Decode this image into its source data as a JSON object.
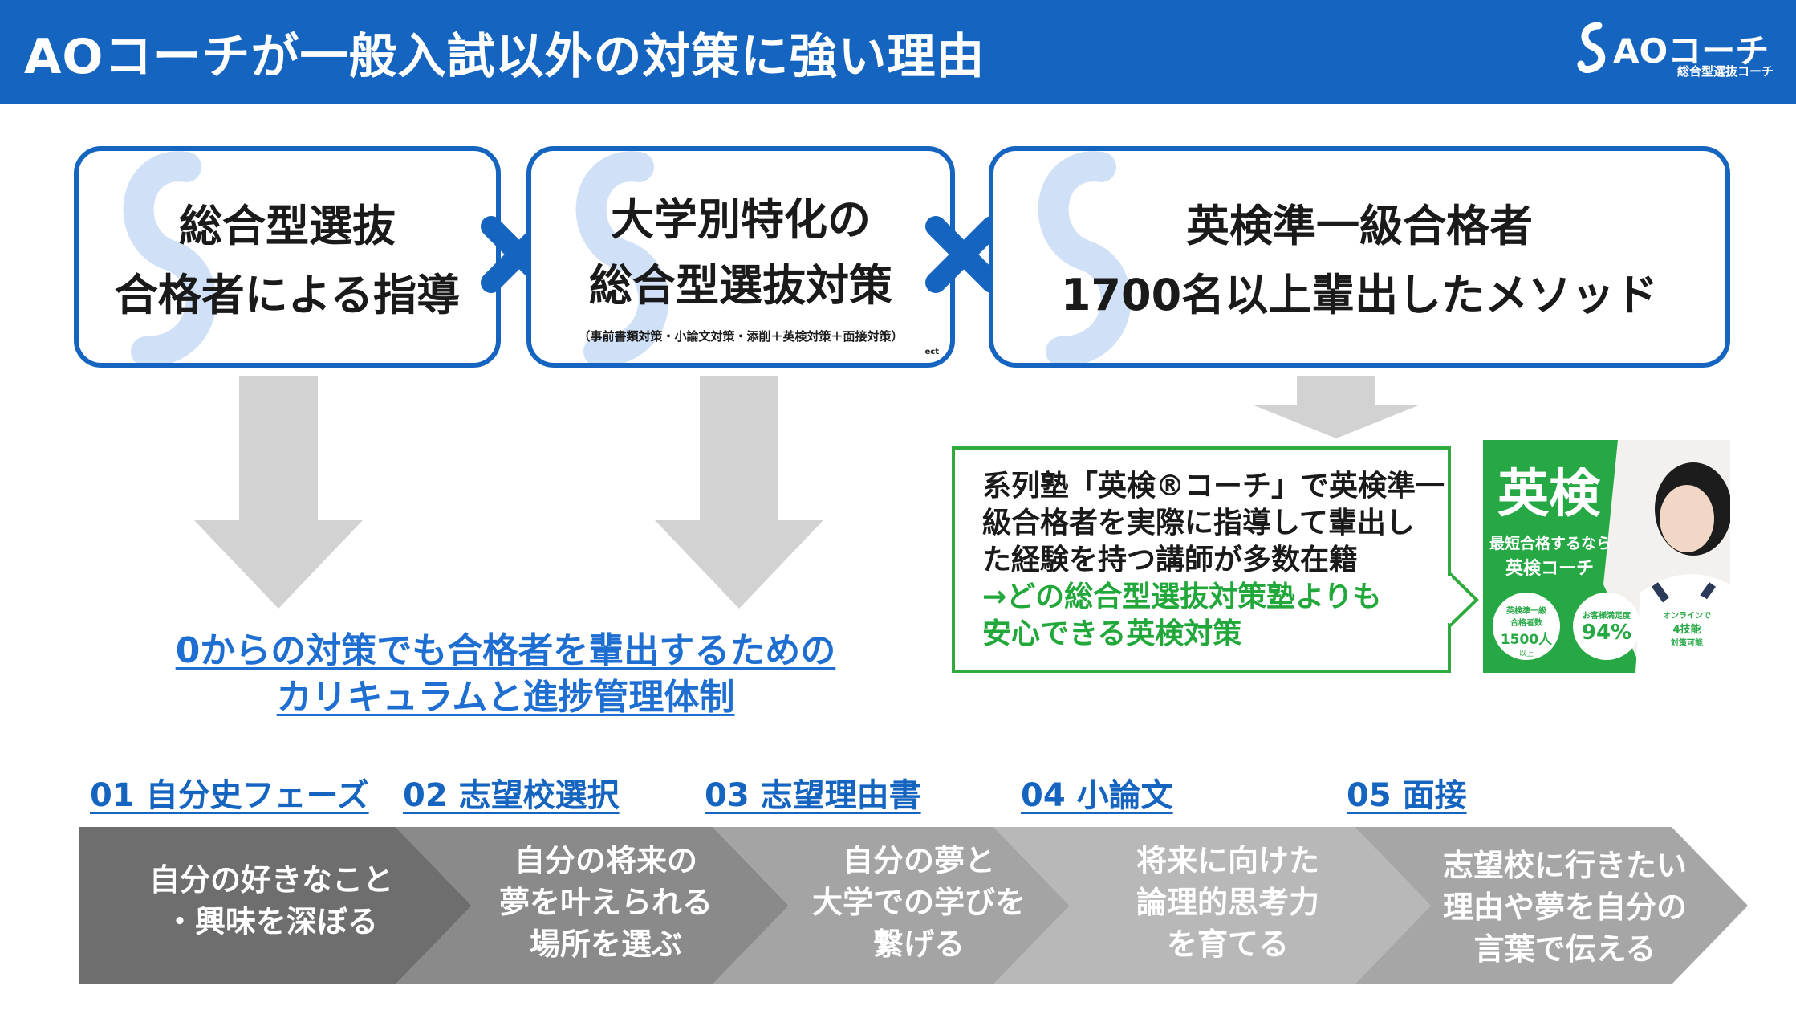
{
  "header": {
    "title": "AOコーチが一般入試以外の対策に強い理由",
    "logo_text": "AOコーチ",
    "logo_sub": "総合型選抜コーチ",
    "logo_icon": "s-swirl-logo-icon"
  },
  "features": [
    {
      "line1": "総合型選抜",
      "line2": "合格者による指導"
    },
    {
      "line1": "大学別特化の",
      "line2": "総合型選抜対策",
      "note": "（事前書類対策・小論文対策・添削＋英検対策＋面接対策）",
      "note_suffix": "ect"
    },
    {
      "line1": "英検準一級合格者",
      "line2": "1700名以上輩出したメソッド"
    }
  ],
  "operator": "×",
  "center_text": {
    "line1": "0からの対策でも合格者を輩出するための",
    "line2": "カリキュラムと進捗管理体制"
  },
  "callout": {
    "line1": "系列塾「英検®コーチ」で英検準一",
    "line2": "級合格者を実際に指導して輩出し",
    "line3": "た経験を持つ講師が多数在籍",
    "line4": "→どの総合型選抜対策塾よりも",
    "line5": "安心できる英検対策"
  },
  "promo": {
    "title": "英検",
    "sub1": "最短合格するなら",
    "sub2": "英検コーチ",
    "badges": [
      {
        "top": "英検準一級",
        "mid": "合格者数",
        "value": "1500人",
        "suffix": "以上"
      },
      {
        "top": "お客様満足度",
        "mid": "",
        "value": "94%",
        "suffix": ""
      },
      {
        "top": "オンラインで",
        "mid": "4技能",
        "value": "対策可能",
        "suffix": ""
      }
    ]
  },
  "steps": [
    {
      "label": "01 自分史フェーズ",
      "lines": [
        "自分の好きなこと",
        "・興味を深ぼる"
      ],
      "color": "#6e6e6e"
    },
    {
      "label": "02 志望校選択",
      "lines": [
        "自分の将来の",
        "夢を叶えられる",
        "場所を選ぶ"
      ],
      "color": "#8a8a8a"
    },
    {
      "label": "03 志望理由書",
      "lines": [
        "自分の夢と",
        "大学での学びを",
        "繋げる"
      ],
      "color": "#a4a4a4"
    },
    {
      "label": "04 小論文",
      "lines": [
        "将来に向けた",
        "論理的思考力",
        "を育てる"
      ],
      "color": "#b8b8b8"
    },
    {
      "label": "05 面接",
      "lines": [
        "志望校に行きたい",
        "理由や夢を自分の",
        "言葉で伝える"
      ],
      "color": "#a6a6a6"
    }
  ],
  "colors": {
    "brand_blue": "#1565c0",
    "green": "#2eaa3e",
    "arrow_gray": "#d2d2d2"
  }
}
